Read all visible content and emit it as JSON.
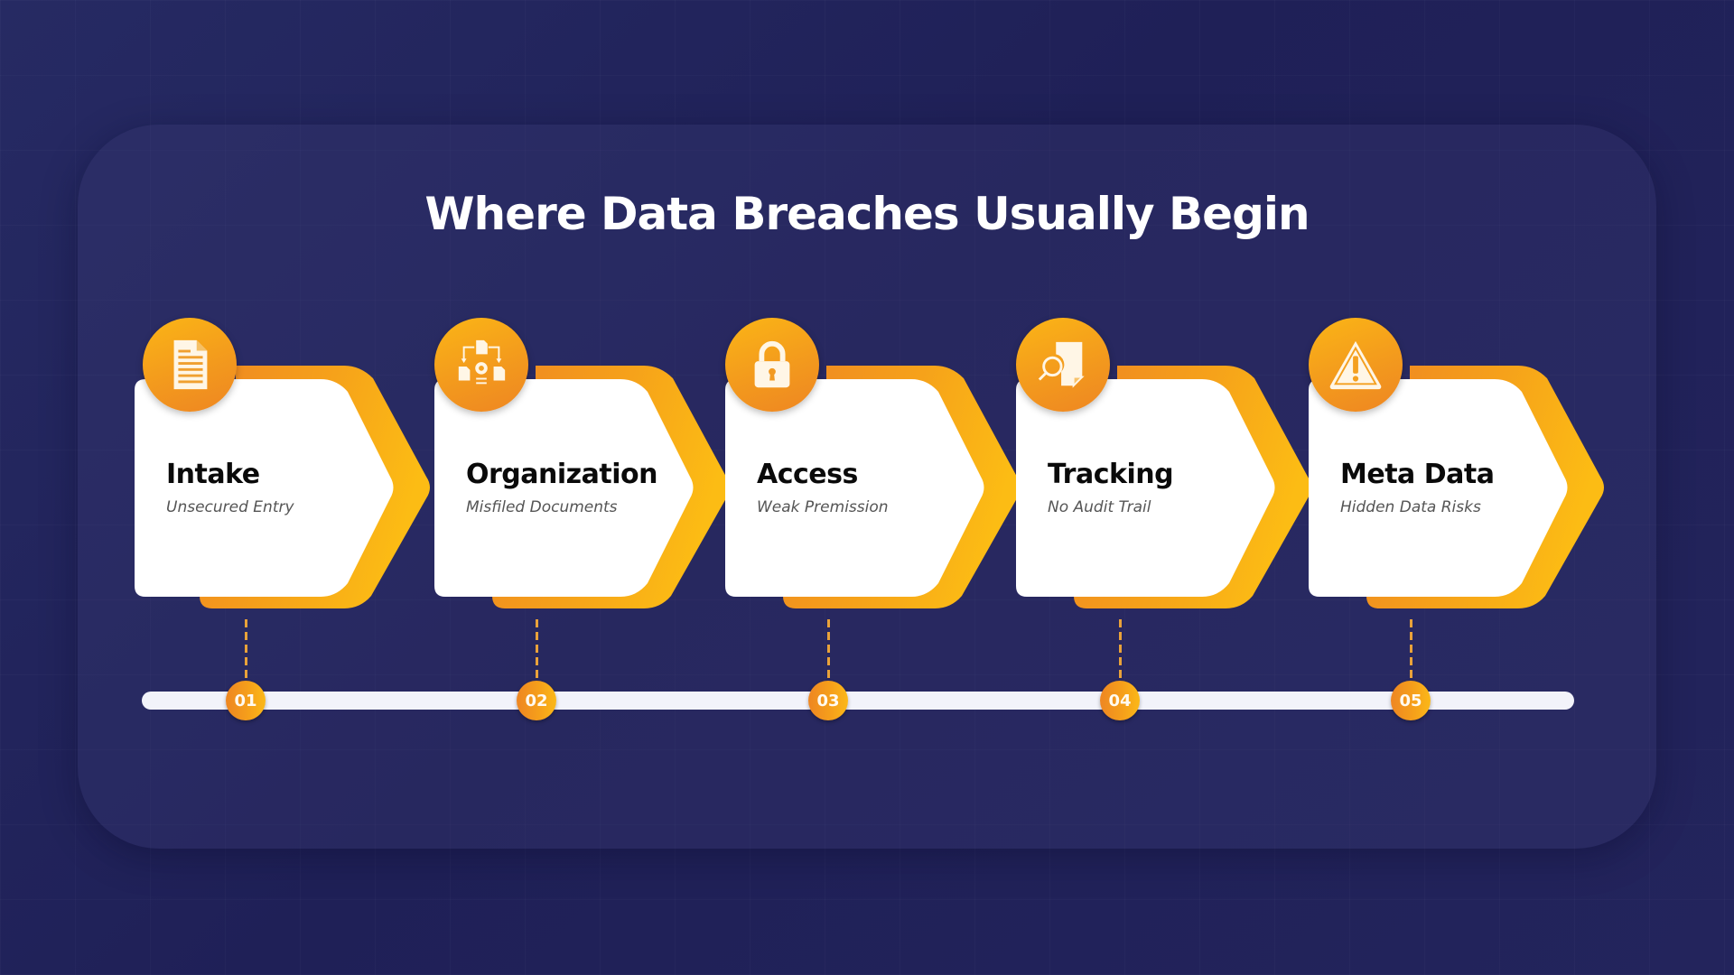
{
  "title": "Where Data Breaches Usually Begin",
  "colors": {
    "background": "#22235a",
    "accent_orange": "#f39a1d",
    "accent_yellow": "#fbb516",
    "card_white": "#ffffff",
    "timeline": "#f2f3fa"
  },
  "steps": [
    {
      "number": "01",
      "title": "Intake",
      "subtitle": "Unsecured Entry",
      "icon": "document-icon"
    },
    {
      "number": "02",
      "title": "Organization",
      "subtitle": "Misfiled Documents",
      "icon": "document-workflow-icon"
    },
    {
      "number": "03",
      "title": "Access",
      "subtitle": "Weak Premission",
      "icon": "padlock-icon"
    },
    {
      "number": "04",
      "title": "Tracking",
      "subtitle": "No Audit Trail",
      "icon": "document-search-icon"
    },
    {
      "number": "05",
      "title": "Meta Data",
      "subtitle": "Hidden Data Risks",
      "icon": "warning-icon"
    }
  ]
}
